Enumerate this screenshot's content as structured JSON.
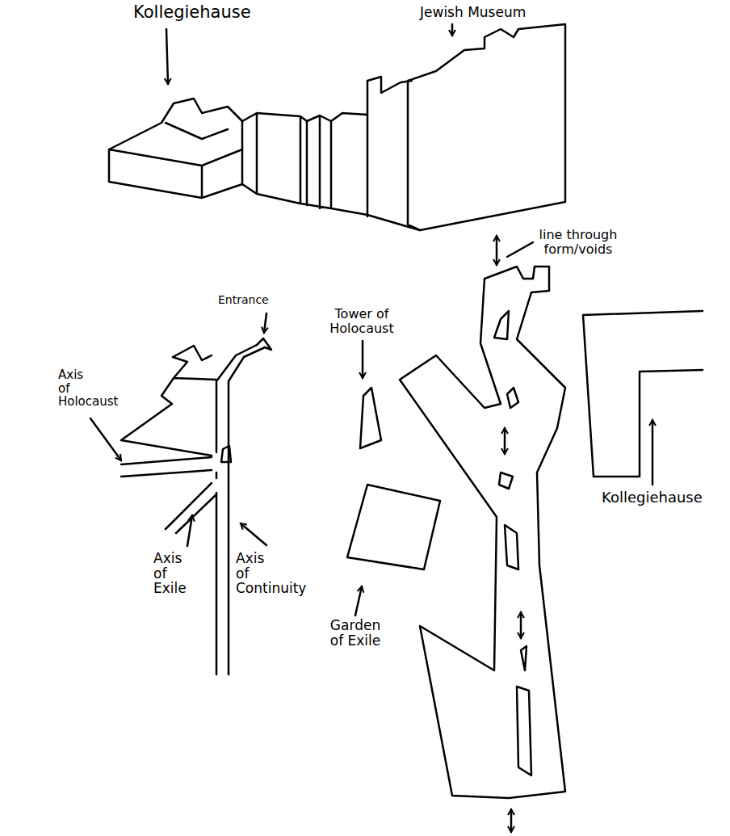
{
  "diagram": {
    "labels": [
      "Kollegiehause",
      "Jewish Museum",
      "Entrance",
      "Tower of Holocaust",
      "line through form/voids",
      "Axis of Holocaust",
      "Axis of Exile",
      "Axis of Continuity",
      "Garden of Exile",
      "Kollegiehause"
    ]
  }
}
